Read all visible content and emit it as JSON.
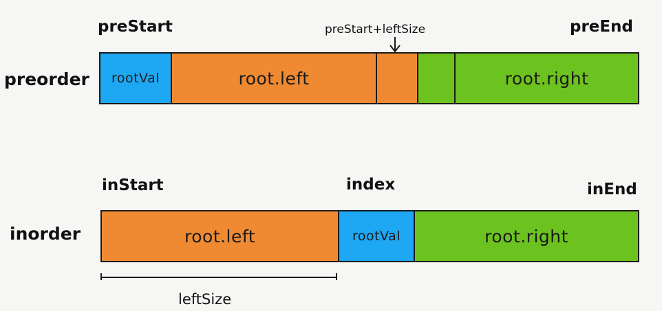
{
  "colors": {
    "blue": "#1ea7f2",
    "orange": "#ef8a33",
    "green": "#6cc21f",
    "border": "#1a1a1a"
  },
  "labels": {
    "pre_start": "preStart",
    "pre_start_left": "preStart+leftSize",
    "pre_end": "preEnd",
    "preorder": "preorder",
    "in_start": "inStart",
    "index": "index",
    "in_end": "inEnd",
    "inorder": "inorder",
    "left_size": "leftSize"
  },
  "preorder_row": {
    "segments": [
      {
        "text": "rootVal",
        "color": "blue"
      },
      {
        "text": "root.left",
        "color": "orange"
      },
      {
        "text": "",
        "color": "orange"
      },
      {
        "text": "",
        "color": "green"
      },
      {
        "text": "root.right",
        "color": "green"
      }
    ]
  },
  "inorder_row": {
    "segments": [
      {
        "text": "root.left",
        "color": "orange"
      },
      {
        "text": "rootVal",
        "color": "blue"
      },
      {
        "text": "root.right",
        "color": "green"
      }
    ]
  }
}
